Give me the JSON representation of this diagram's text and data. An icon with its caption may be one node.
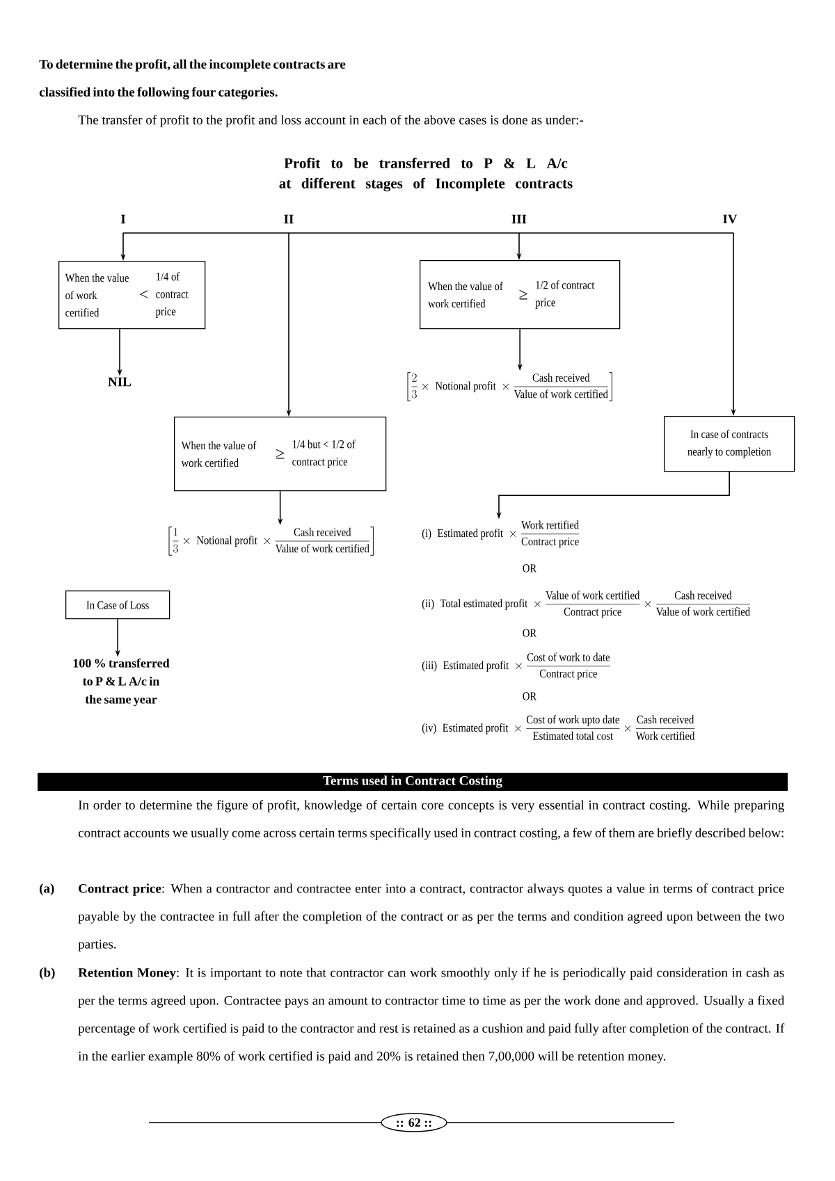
{
  "diagram": {
    "title": "Profit to be transferred to P & L A/c at different stages of Incomplete contracts",
    "nodes": [
      {
        "text": [],
        "shape": "bar"
      },
      {
        "text": [
          "When the value of work certified",
          "<",
          "1/4 of contract price"
        ]
      },
      {
        "text": [
          "NIL"
        ]
      },
      {
        "text": [
          "When the value of work certified",
          "≥",
          "1/4 but < 1/2 of contract price"
        ]
      },
      {
        "text": [
          "\\left[\\frac{1}{3}\\times\\text{ Notional profit }\\times\\frac{\\text{Cash received}}{\\text{Value of work certified}}\\right]"
        ]
      },
      {
        "text": [
          "When the value of work certified",
          "≥",
          "1/2 of contract price"
        ]
      },
      {
        "text": [
          "\\left[\\frac{2}{3}\\times\\text{ Notional profit }\\times\\frac{\\text{Cash received}}{\\text{Value of work certified}}\\right]"
        ]
      },
      {
        "text": [
          "In case of contracts nearly to completion"
        ]
      },
      {
        "text": [
          "\\text{(i) }\\;\\text{Estimated profit }\\times\\frac{\\text{Work rertified}}{\\text{Contract price}}"
        ]
      },
      {
        "text": [
          "In Case of Loss"
        ]
      },
      {
        "text": [
          "100 % transferred to P & L A/c in the same year"
        ]
      }
    ],
    "edges": [
      {
        "from": 0,
        "to": 1,
        "arrow": "to"
      },
      {
        "from": 0,
        "to": 3,
        "arrow": "to"
      },
      {
        "from": 0,
        "to": 5,
        "arrow": "to"
      },
      {
        "from": 0,
        "to": 7,
        "arrow": "to"
      },
      {
        "from": 1,
        "to": 2,
        "arrow": "to"
      },
      {
        "from": 3,
        "to": 4,
        "arrow": "to"
      },
      {
        "from": 5,
        "to": 6,
        "arrow": "to"
      },
      {
        "from": 7,
        "to": 8,
        "arrow": "to"
      },
      {
        "from": 9,
        "to": 10,
        "arrow": "to"
      }
    ],
    "labels": [
      "To determine the profit, all the incomplete contracts are classified into the following four categories.",
      "The transfer of profit to the profit and loss account in each of the above cases is done as under:-",
      "I",
      "II",
      "III",
      "IV",
      "OR",
      "\\text{(ii) }\\;\\text{Total estimated profit }\\times\\frac{\\text{Value of work certified}}{\\text{Contract price}}\\times\\frac{\\text{Cash received}}{\\text{Value of work certified}}",
      "OR",
      "\\text{(iii) }\\;\\text{Estimated profit }\\times\\frac{\\text{Cost of work to date}}{\\text{Contract price}}",
      "OR",
      "\\text{(iv) }\\;\\text{Estimated profit }\\times\\frac{\\text{Cost of work upto date}}{\\text{Estimated total cost}}\\times\\frac{\\text{Cash received}}{\\text{Work certified}}",
      "Terms used in Contract Costing",
      "In order to determine the figure of profit, knowledge of certain core concepts is very essential in contract costing. While preparing contract accounts we usually come across certain terms specifically used in contract costing, a few of them are briefly described below:",
      "(a)",
      "**Contract price**: When a contractor and contractee enter into a contract, contractor always quotes a value in terms of contract price payable by the contractee in full after the completion of the contract or as per the terms and condition agreed upon between the two parties.",
      "(b)",
      "**Retention Money**: It is important to note that contractor can work smoothly only if he is periodically paid consideration in cash as per the terms agreed upon. Contractee pays an amount to contractor time to time as per the work done and approved. Usually a fixed percentage of work certified is paid to the contractor and rest is retained as a cushion and paid fully after completion of the contract. If in the earlier example 80% of work certified is paid and 20% is retained then 7,00,000 will be retention money.",
      ":: 62 ::"
    ]
  }
}
